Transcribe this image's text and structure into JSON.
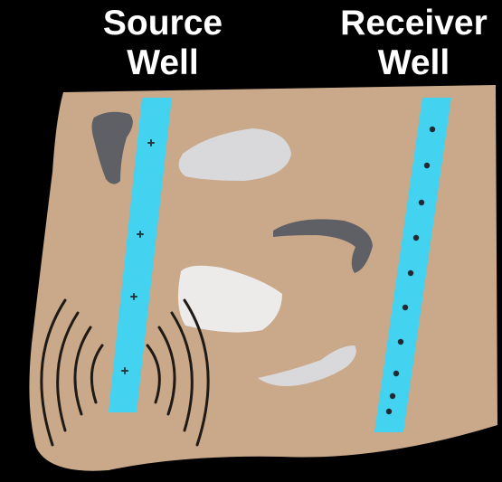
{
  "labels": {
    "source_well": [
      "Source",
      "Well"
    ],
    "receiver_well": [
      "Receiver",
      "Well"
    ]
  },
  "colors": {
    "background": "#000000",
    "earth": "#c9a98a",
    "well": "#43d2f0",
    "rock_dark": "#5f5f66",
    "rock_light": "#d9d9dc",
    "wave": "#1f1a16",
    "label": "#ffffff"
  },
  "source_well": {
    "source_markers": 4
  },
  "receiver_well": {
    "receiver_count": 10
  }
}
